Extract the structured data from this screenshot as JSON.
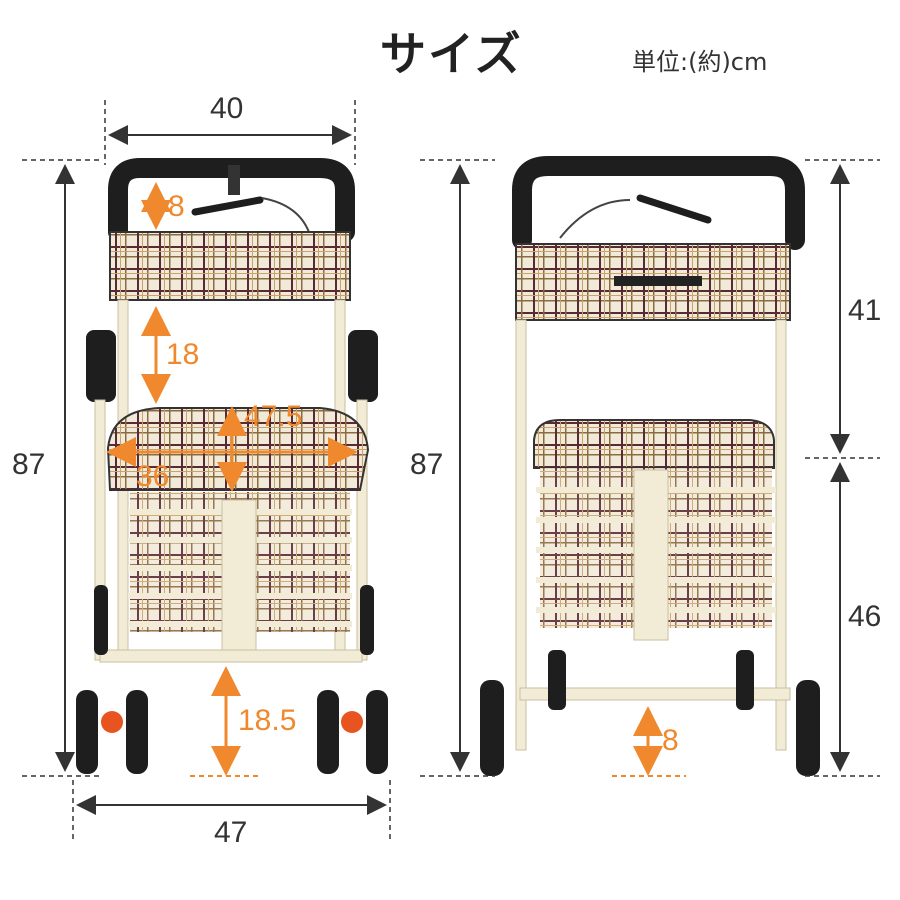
{
  "header": {
    "title": "サイズ",
    "unit": "単位:(約)cm"
  },
  "front_view": {
    "width_top": "40",
    "height_total": "87",
    "handle_grip": "8",
    "bag_to_seat": "18",
    "seat_depth": "47.5",
    "seat_width": "36",
    "seat_clearance": "18.5",
    "width_base": "47"
  },
  "side_view": {
    "height_total": "87",
    "upper_height": "41",
    "seat_height": "46",
    "ground_clearance": "8"
  },
  "colors": {
    "accent": "#f0892e",
    "dimension_line": "#333333",
    "frame": "#f2ecd6",
    "handle": "#1e1e1e",
    "plaid_light": "#f2ead8",
    "plaid_dark": "#5a2a34"
  }
}
